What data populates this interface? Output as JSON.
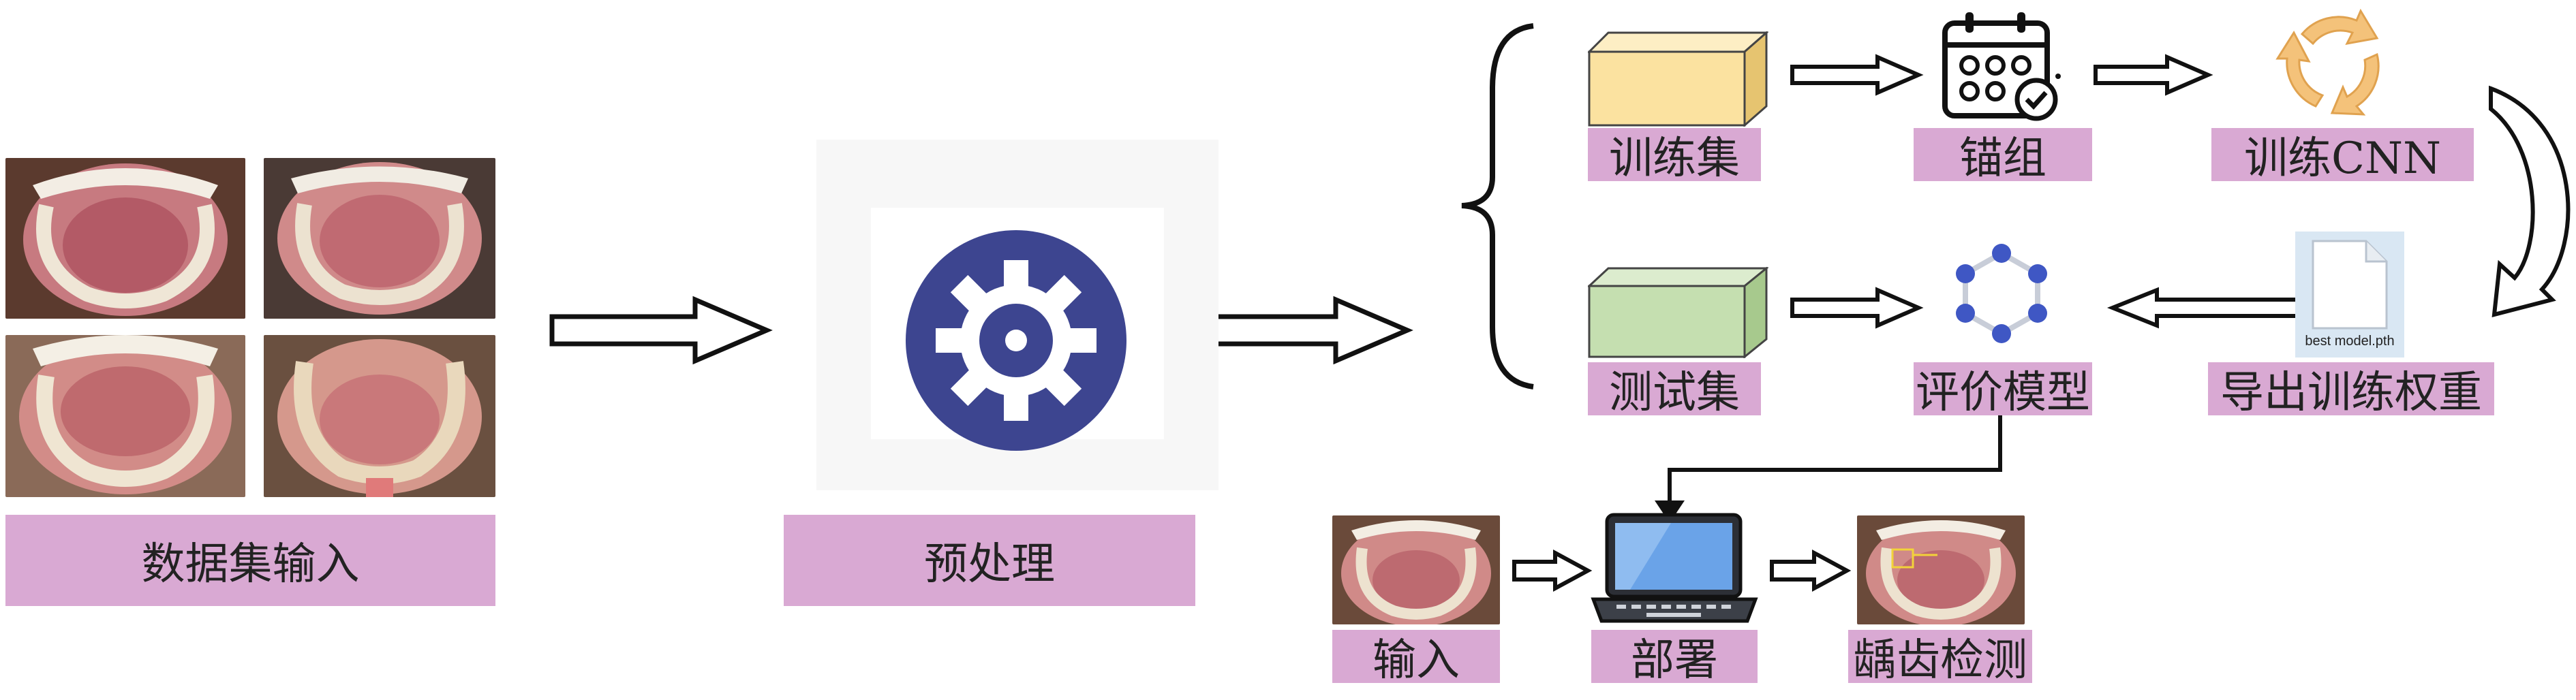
{
  "input_stage": {
    "label": "数据集输入"
  },
  "preprocess_stage": {
    "label": "预处理"
  },
  "training": {
    "train_set": "训练集",
    "anchor_group": "锚组",
    "train_cnn": "训练CNN",
    "test_set": "测试集",
    "evaluate_model": "评价模型",
    "export_weights": "导出训练权重",
    "weights_file_name": "best model.pth"
  },
  "deployment": {
    "input": "输入",
    "deploy": "部署",
    "detection": "龋齿检测"
  },
  "colors": {
    "label_bg": "#d9a9d3",
    "gear": "#3d4590",
    "train_box": "#fbe2a0",
    "test_box": "#c5dfb0",
    "cycle": "#f4c27a"
  }
}
